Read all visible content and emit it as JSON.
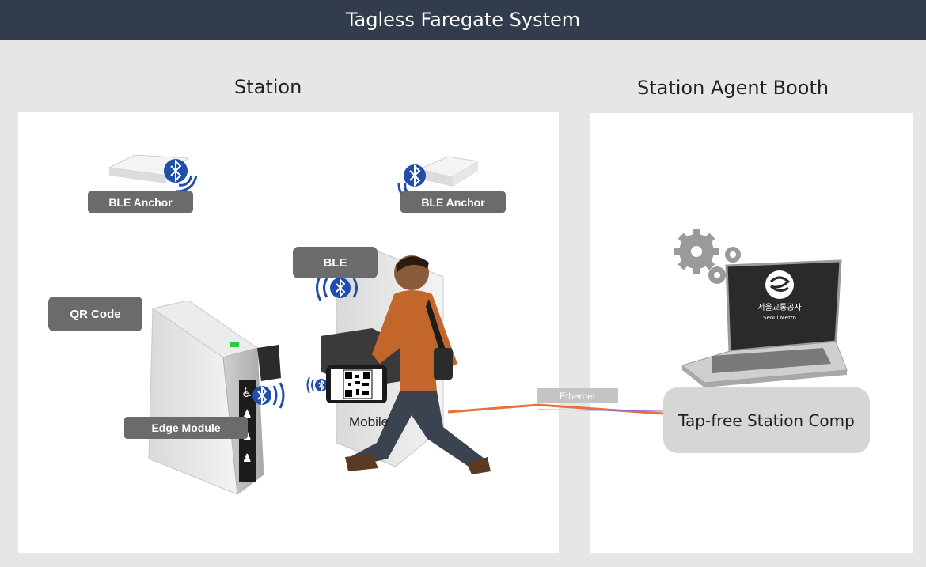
{
  "header": {
    "title": "Tagless Faregate System"
  },
  "sections": {
    "station": "Station",
    "booth": "Station Agent Booth"
  },
  "labels": {
    "ble_anchor_left": "BLE Anchor",
    "ble_anchor_right": "BLE Anchor",
    "ble": "BLE",
    "qr_code": "QR Code",
    "edge_module": "Edge Module",
    "mobile": "Mobile",
    "ethernet": "Ethernet",
    "station_comp": "Tap-free Station Comp"
  },
  "laptop": {
    "brand_ko": "서울교통공사",
    "brand_en": "Seoul Metro"
  },
  "colors": {
    "header_bg": "#333c4d",
    "bluetooth": "#1f4fa8",
    "ethernet_line": "#e8703a",
    "tag_bg": "#6b6b6b"
  },
  "icons": [
    "bluetooth-icon",
    "gear-icon",
    "laptop-icon",
    "qr-code-icon",
    "person-icon",
    "faregate-icon",
    "accessibility-icon"
  ]
}
